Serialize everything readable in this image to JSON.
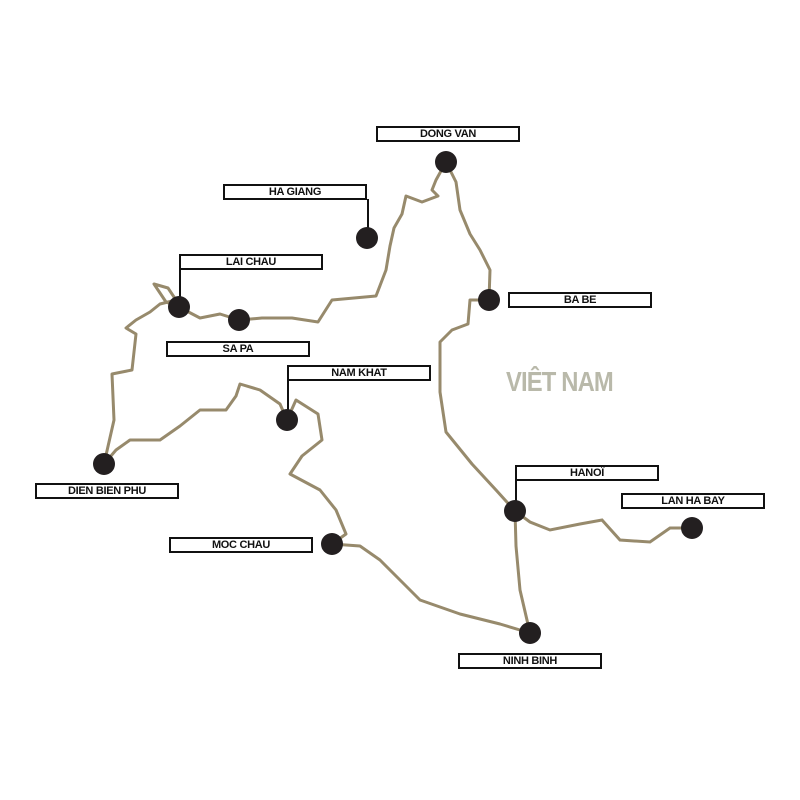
{
  "title": "VIÊT NAM",
  "route_color": "#978a6c",
  "dot_color": "#231f20",
  "places": {
    "dong_van": "DONG VAN",
    "ha_giang": "HA GIANG",
    "lai_chau": "LAI CHAU",
    "sa_pa": "SA PA",
    "ba_be": "BA BE",
    "nam_khat": "NAM KHAT",
    "dien_bien_phu": "DIEN BIEN PHU",
    "moc_chau": "MOC CHAU",
    "hanoi": "HANOÏ",
    "lan_ha_bay": "LAN HA BAY",
    "ninh_binh": "NINH BINH"
  }
}
